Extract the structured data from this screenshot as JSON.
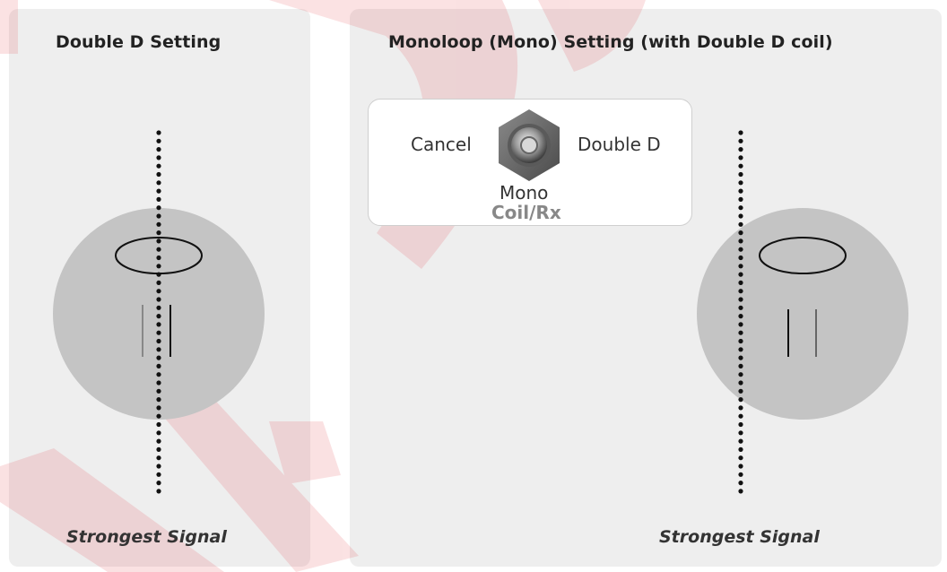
{
  "watermark_color": "#e3303b",
  "panels": {
    "left": {
      "title": "Double D Setting",
      "caption": "Strongest Signal"
    },
    "right": {
      "title": "Monoloop (Mono) Setting (with Double D coil)",
      "caption": "Strongest Signal"
    }
  },
  "switch": {
    "left_label": "Cancel",
    "right_label": "Double D",
    "bottom_label": "Mono",
    "sub_label": "Coil/Rx",
    "knob_icon": "hex-rotary-switch-icon"
  },
  "colors": {
    "panel_bg": "#eeeeee",
    "coil_disc": "#c4c4c4",
    "dots": "#111111"
  }
}
